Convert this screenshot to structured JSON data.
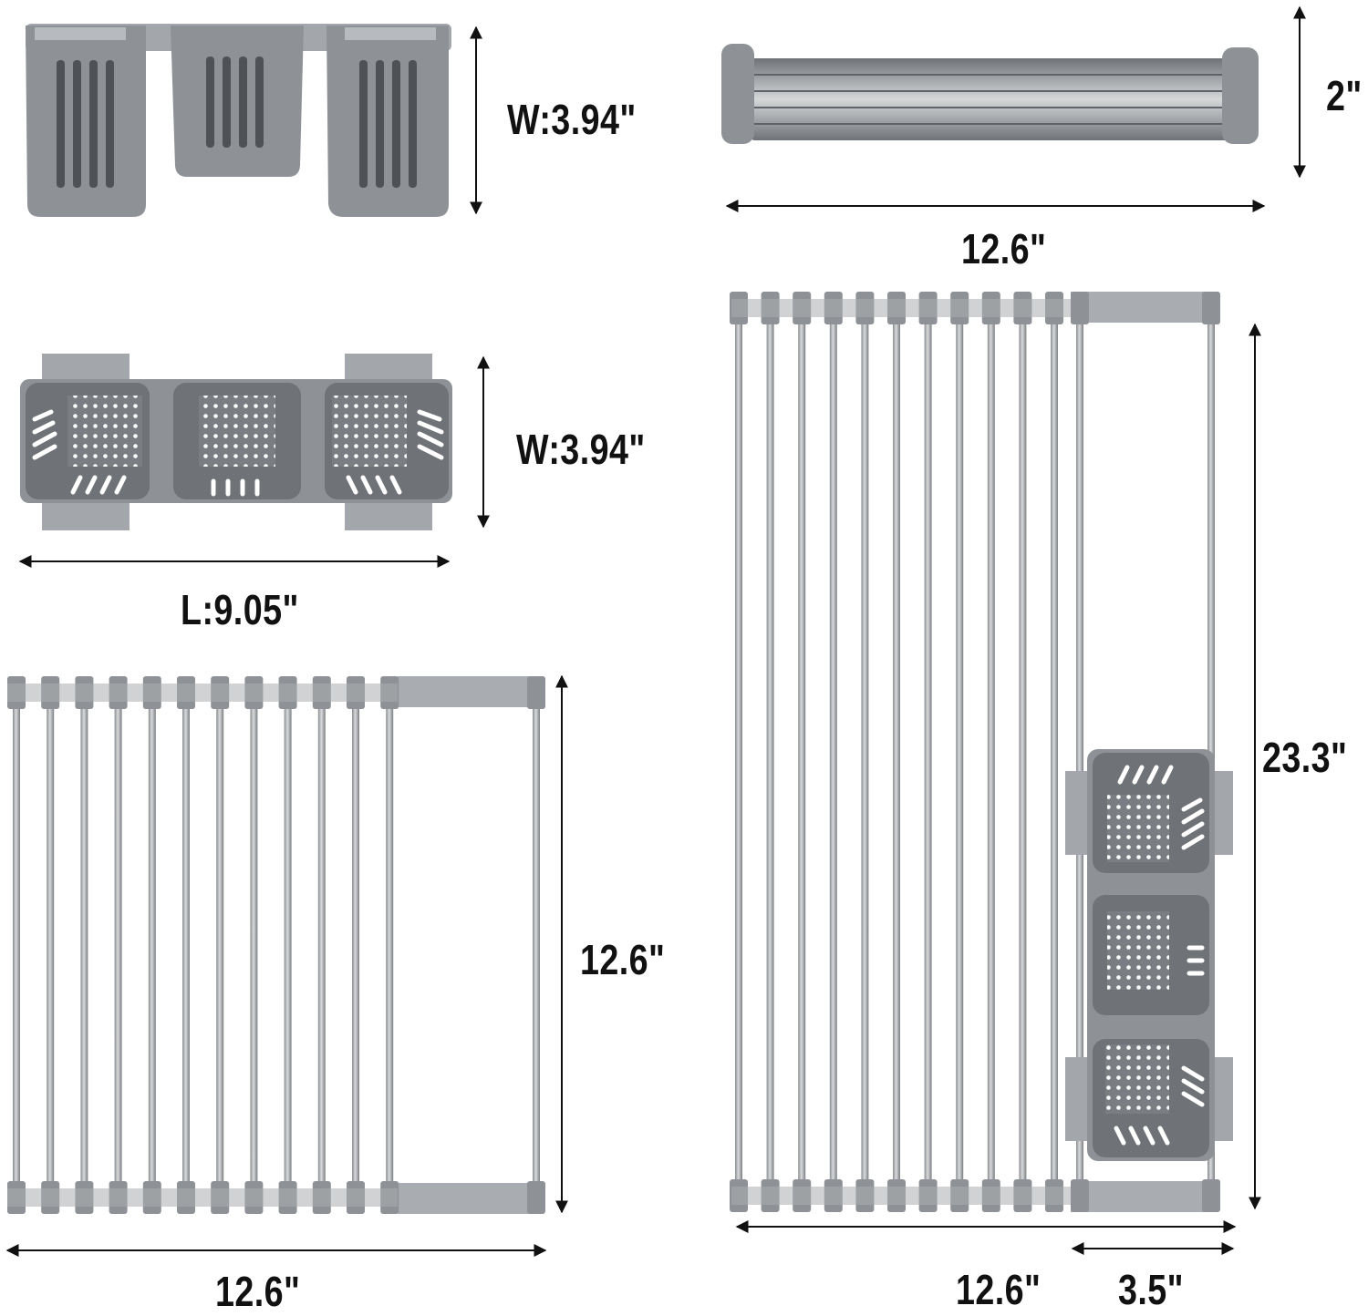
{
  "colors": {
    "plastic": "#8e9296",
    "plastic_dark": "#6f7377",
    "plastic_light": "#a9adb1",
    "steel": "#b9bcbf",
    "steel_dark": "#7d8084",
    "arrow": "#111111",
    "background": "#ffffff"
  },
  "views": {
    "basket_front": {
      "width_label": "W:3.94\""
    },
    "rolled_rack": {
      "height_label": "2\"",
      "length_label": "12.6\""
    },
    "basket_top": {
      "width_label": "W:3.94\"",
      "length_label": "L:9.05\""
    },
    "rack_unrolled": {
      "height_label": "12.6\"",
      "width_label": "12.6\""
    },
    "rack_with_basket": {
      "height_label": "23.3\"",
      "width_label": "12.6\"",
      "basket_label": "3.5\""
    }
  },
  "icons": {
    "dimension_arrow": "double-headed-arrow"
  }
}
